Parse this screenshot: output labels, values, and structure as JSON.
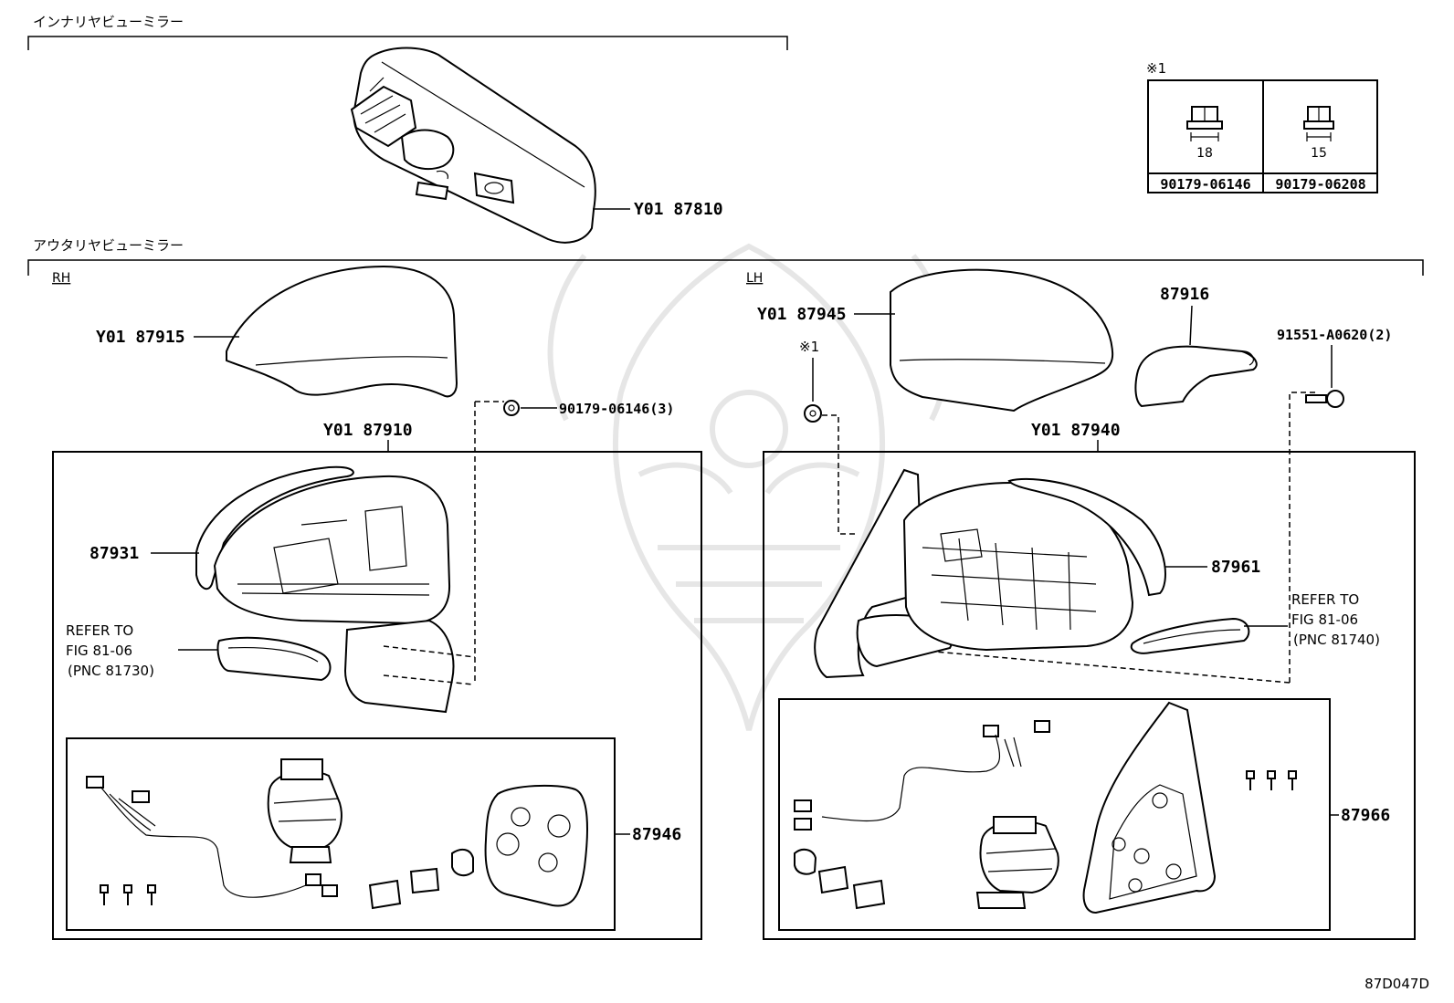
{
  "sections": {
    "inner_mirror": "インナリヤビューミラー",
    "outer_mirror": "アウタリヤビューミラー"
  },
  "sides": {
    "rh": "RH",
    "lh": "LH"
  },
  "note": {
    "mark": "※1",
    "cells": [
      {
        "size": "18",
        "part": "90179-06146"
      },
      {
        "size": "15",
        "part": "90179-06208"
      }
    ]
  },
  "labels": {
    "inner_mirror": "Y01 87810",
    "rh_cover": "Y01 87915",
    "rh_nut": "90179-06146(3)",
    "rh_assy": "Y01 87910",
    "rh_body": "87931",
    "rh_kit": "87946",
    "lh_cover": "Y01 87945",
    "lh_mark": "※1",
    "lh_bracket": "87916",
    "lh_bolt": "91551-A0620(2)",
    "lh_assy": "Y01 87940",
    "lh_body": "87961",
    "lh_kit": "87966"
  },
  "refer_rh": [
    "REFER TO",
    "FIG 81-06",
    "(PNC 81730)"
  ],
  "refer_lh": [
    "REFER TO",
    "FIG 81-06",
    "(PNC 81740)"
  ],
  "diagram_code": "87D047D",
  "icons": {
    "watermark": "samurai-helmet-watermark",
    "nut": "flange-nut-icon",
    "bolt": "bolt-icon",
    "screw": "screw-icon"
  }
}
